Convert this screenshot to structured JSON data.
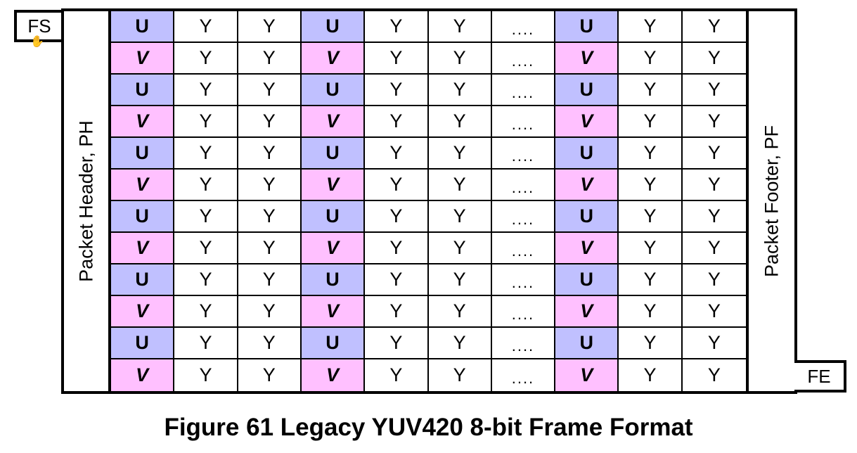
{
  "diagram": {
    "markers": {
      "frame_start": "FS",
      "frame_end": "FE"
    },
    "packet_header": "Packet Header, PH",
    "packet_footer": "Packet Footer, PF",
    "columns": 10,
    "rows": [
      [
        "U",
        "Y",
        "Y",
        "U",
        "Y",
        "Y",
        "....",
        "U",
        "Y",
        "Y"
      ],
      [
        "V",
        "Y",
        "Y",
        "V",
        "Y",
        "Y",
        "....",
        "V",
        "Y",
        "Y"
      ],
      [
        "U",
        "Y",
        "Y",
        "U",
        "Y",
        "Y",
        "....",
        "U",
        "Y",
        "Y"
      ],
      [
        "V",
        "Y",
        "Y",
        "V",
        "Y",
        "Y",
        "....",
        "V",
        "Y",
        "Y"
      ],
      [
        "U",
        "Y",
        "Y",
        "U",
        "Y",
        "Y",
        "....",
        "U",
        "Y",
        "Y"
      ],
      [
        "V",
        "Y",
        "Y",
        "V",
        "Y",
        "Y",
        "....",
        "V",
        "Y",
        "Y"
      ],
      [
        "U",
        "Y",
        "Y",
        "U",
        "Y",
        "Y",
        "....",
        "U",
        "Y",
        "Y"
      ],
      [
        "V",
        "Y",
        "Y",
        "V",
        "Y",
        "Y",
        "....",
        "V",
        "Y",
        "Y"
      ],
      [
        "U",
        "Y",
        "Y",
        "U",
        "Y",
        "Y",
        "....",
        "U",
        "Y",
        "Y"
      ],
      [
        "V",
        "Y",
        "Y",
        "V",
        "Y",
        "Y",
        "....",
        "V",
        "Y",
        "Y"
      ],
      [
        "U",
        "Y",
        "Y",
        "U",
        "Y",
        "Y",
        "....",
        "U",
        "Y",
        "Y"
      ],
      [
        "V",
        "Y",
        "Y",
        "V",
        "Y",
        "Y",
        "....",
        "V",
        "Y",
        "Y"
      ]
    ],
    "colors": {
      "u_fill": "#c0c0ff",
      "v_fill": "#ffc0ff",
      "y_fill": "#ffffff",
      "border": "#000000"
    },
    "caption": "Figure 61 Legacy YUV420 8-bit Frame Format"
  }
}
